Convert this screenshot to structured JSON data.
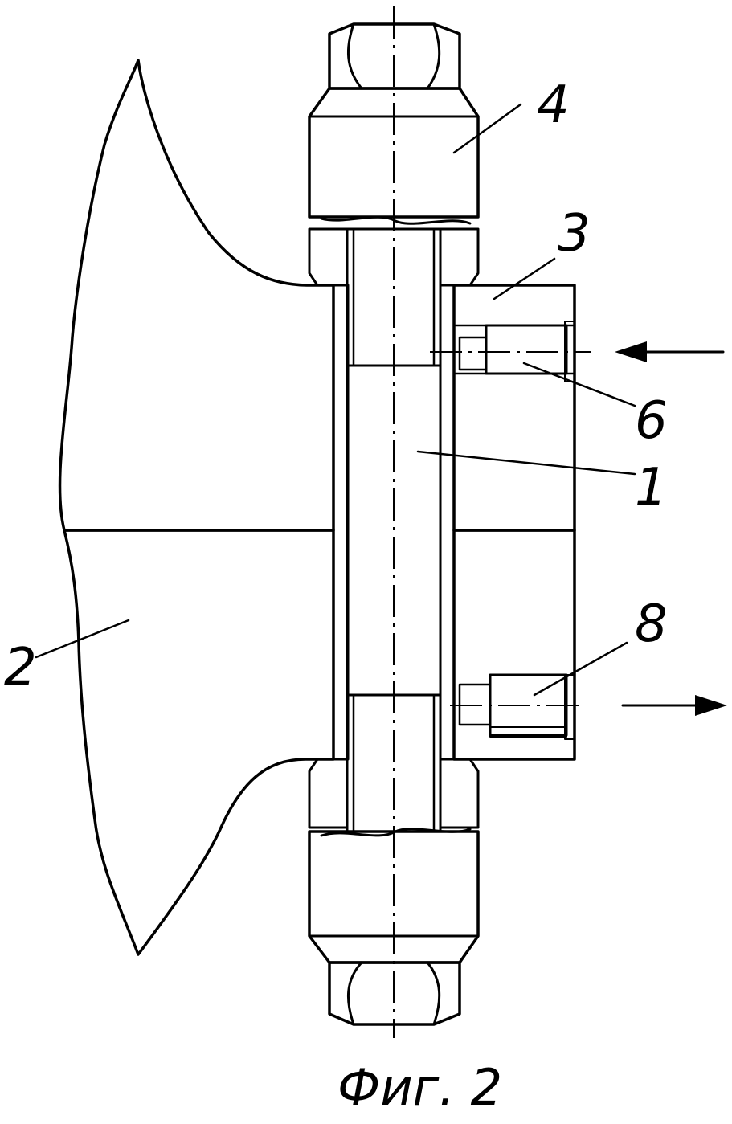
{
  "figure": {
    "caption": "Фиг. 2",
    "labels": {
      "part_1": "1",
      "part_2": "2",
      "part_3": "3",
      "part_4": "4",
      "part_6": "6",
      "part_8": "8"
    }
  }
}
